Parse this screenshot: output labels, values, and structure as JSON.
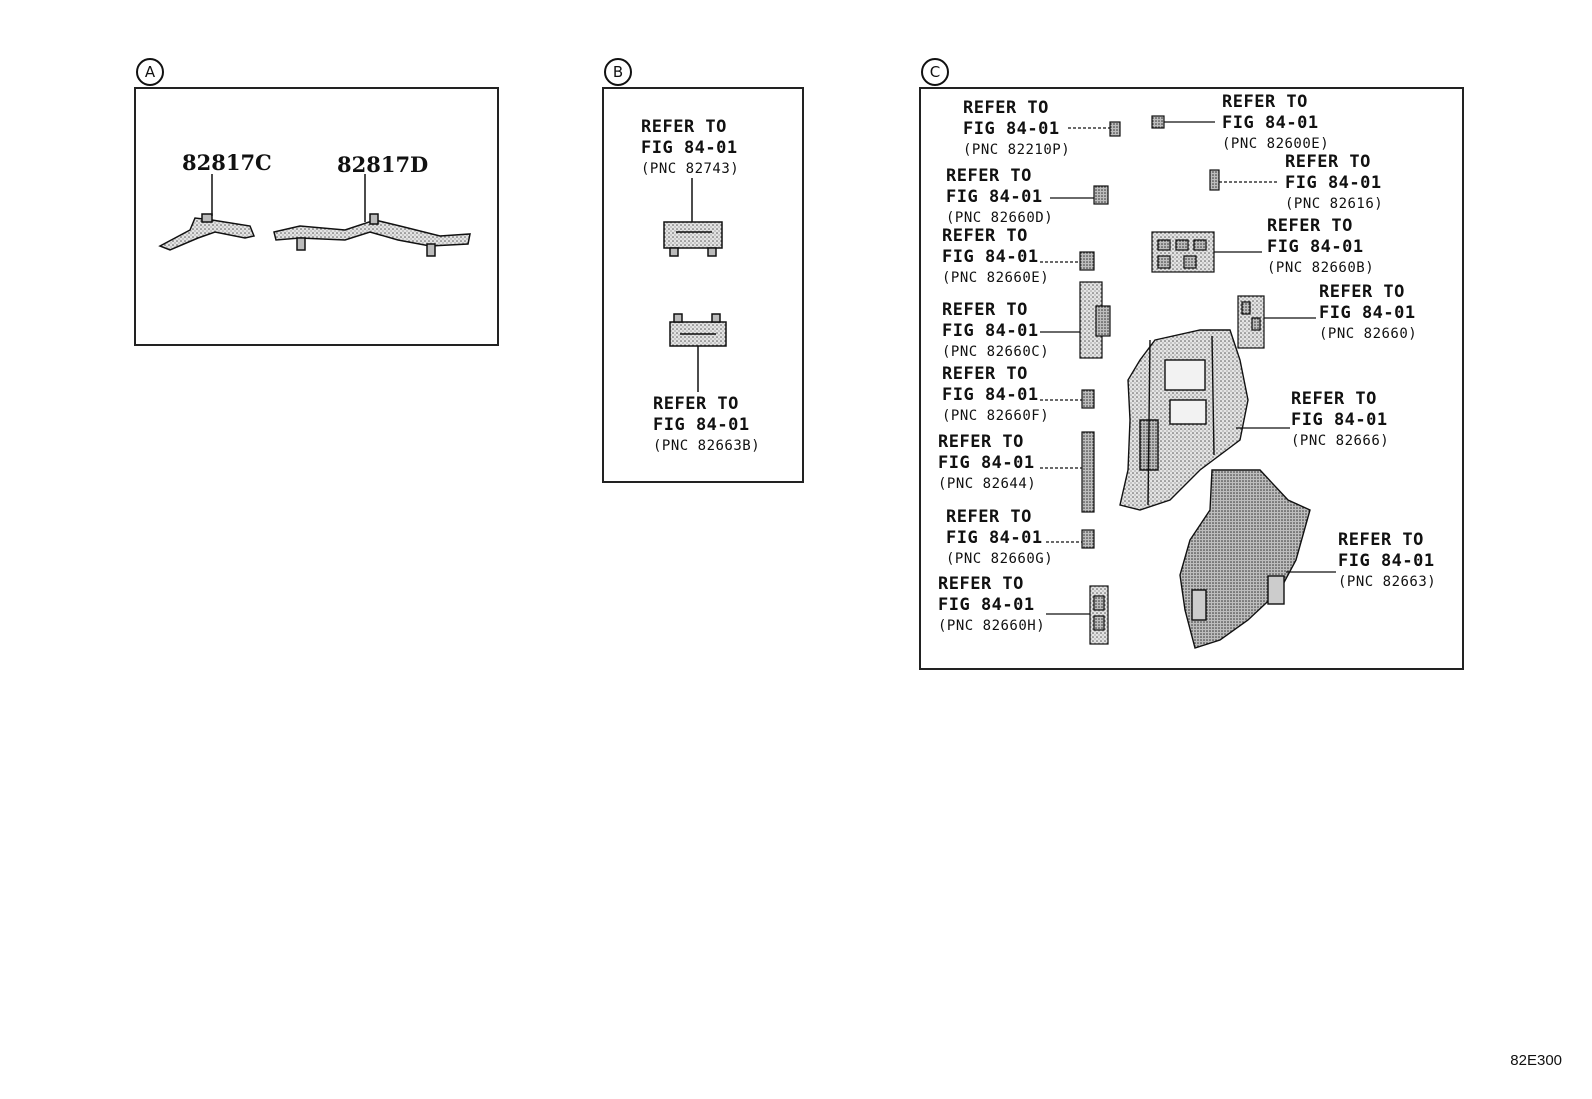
{
  "sections": {
    "a": {
      "marker": "A",
      "parts": [
        {
          "number": "82817C"
        },
        {
          "number": "82817D"
        }
      ]
    },
    "b": {
      "marker": "B",
      "refs": [
        {
          "line1": "REFER TO",
          "line2": "FIG 84-01",
          "pnc": "(PNC 82743)"
        },
        {
          "line1": "REFER TO",
          "line2": "FIG 84-01",
          "pnc": "(PNC 82663B)"
        }
      ]
    },
    "c": {
      "marker": "C",
      "refs": [
        {
          "line1": "REFER TO",
          "line2": "FIG 84-01",
          "pnc": "(PNC 82210P)"
        },
        {
          "line1": "REFER TO",
          "line2": "FIG 84-01",
          "pnc": "(PNC 82600E)"
        },
        {
          "line1": "REFER TO",
          "line2": "FIG 84-01",
          "pnc": "(PNC 82616)"
        },
        {
          "line1": "REFER TO",
          "line2": "FIG 84-01",
          "pnc": "(PNC 82660D)"
        },
        {
          "line1": "REFER TO",
          "line2": "FIG 84-01",
          "pnc": "(PNC 82660B)"
        },
        {
          "line1": "REFER TO",
          "line2": "FIG 84-01",
          "pnc": "(PNC 82660E)"
        },
        {
          "line1": "REFER TO",
          "line2": "FIG 84-01",
          "pnc": "(PNC 82660)"
        },
        {
          "line1": "REFER TO",
          "line2": "FIG 84-01",
          "pnc": "(PNC 82660C)"
        },
        {
          "line1": "REFER TO",
          "line2": "FIG 84-01",
          "pnc": "(PNC 82660F)"
        },
        {
          "line1": "REFER TO",
          "line2": "FIG 84-01",
          "pnc": "(PNC 82666)"
        },
        {
          "line1": "REFER TO",
          "line2": "FIG 84-01",
          "pnc": "(PNC 82644)"
        },
        {
          "line1": "REFER TO",
          "line2": "FIG 84-01",
          "pnc": "(PNC 82660G)"
        },
        {
          "line1": "REFER TO",
          "line2": "FIG 84-01",
          "pnc": "(PNC 82663)"
        },
        {
          "line1": "REFER TO",
          "line2": "FIG 84-01",
          "pnc": "(PNC 82660H)"
        }
      ]
    }
  },
  "illustration_code": "82E300"
}
